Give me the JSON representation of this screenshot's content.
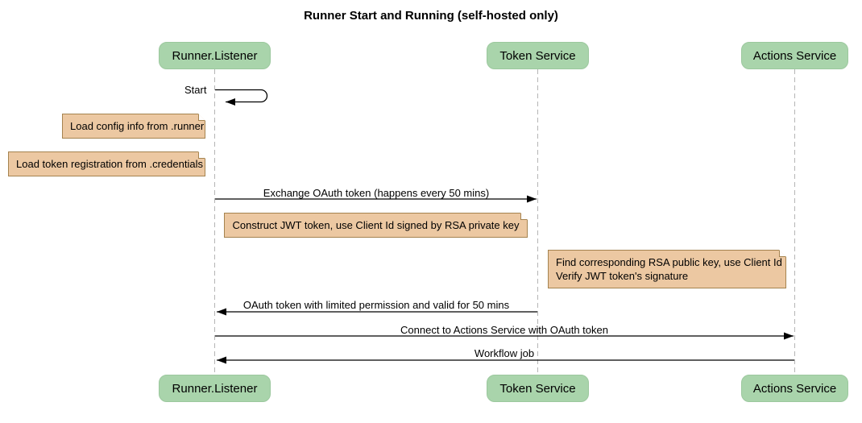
{
  "title": "Runner Start and Running (self-hosted only)",
  "participants": [
    {
      "name": "Runner.Listener"
    },
    {
      "name": "Token Service"
    },
    {
      "name": "Actions Service"
    }
  ],
  "messages": [
    {
      "label": "Start",
      "from": "Runner.Listener",
      "to": "Runner.Listener",
      "type": "self"
    },
    {
      "label": "Exchange OAuth token (happens every 50 mins)",
      "from": "Runner.Listener",
      "to": "Token Service",
      "type": "solid-arrow"
    },
    {
      "label": "OAuth token with limited permission and valid for 50 mins",
      "from": "Token Service",
      "to": "Runner.Listener",
      "type": "solid-arrow"
    },
    {
      "label": "Connect to Actions Service with OAuth token",
      "from": "Runner.Listener",
      "to": "Actions Service",
      "type": "solid-arrow"
    },
    {
      "label": "Workflow job",
      "from": "Actions Service",
      "to": "Runner.Listener",
      "type": "solid-arrow"
    }
  ],
  "notes": [
    {
      "lines": [
        "Load config info from .runner"
      ],
      "position": "left of Runner.Listener"
    },
    {
      "lines": [
        "Load token registration from .credentials"
      ],
      "position": "left of Runner.Listener"
    },
    {
      "lines": [
        "Construct JWT token, use Client Id signed by RSA private key"
      ],
      "position": "between Runner.Listener and Token Service"
    },
    {
      "lines": [
        "Find corresponding RSA public key, use Client Id",
        "Verify JWT token's signature"
      ],
      "position": "left of Actions Service"
    }
  ],
  "colors": {
    "participant_fill": "#a9d4ab",
    "participant_border": "#9cc89e",
    "note_fill": "#ecc8a2",
    "note_border": "#a5834f",
    "lifeline": "#b5b5b5",
    "arrow": "#000000",
    "background": "#ffffff",
    "text": "#000000"
  }
}
